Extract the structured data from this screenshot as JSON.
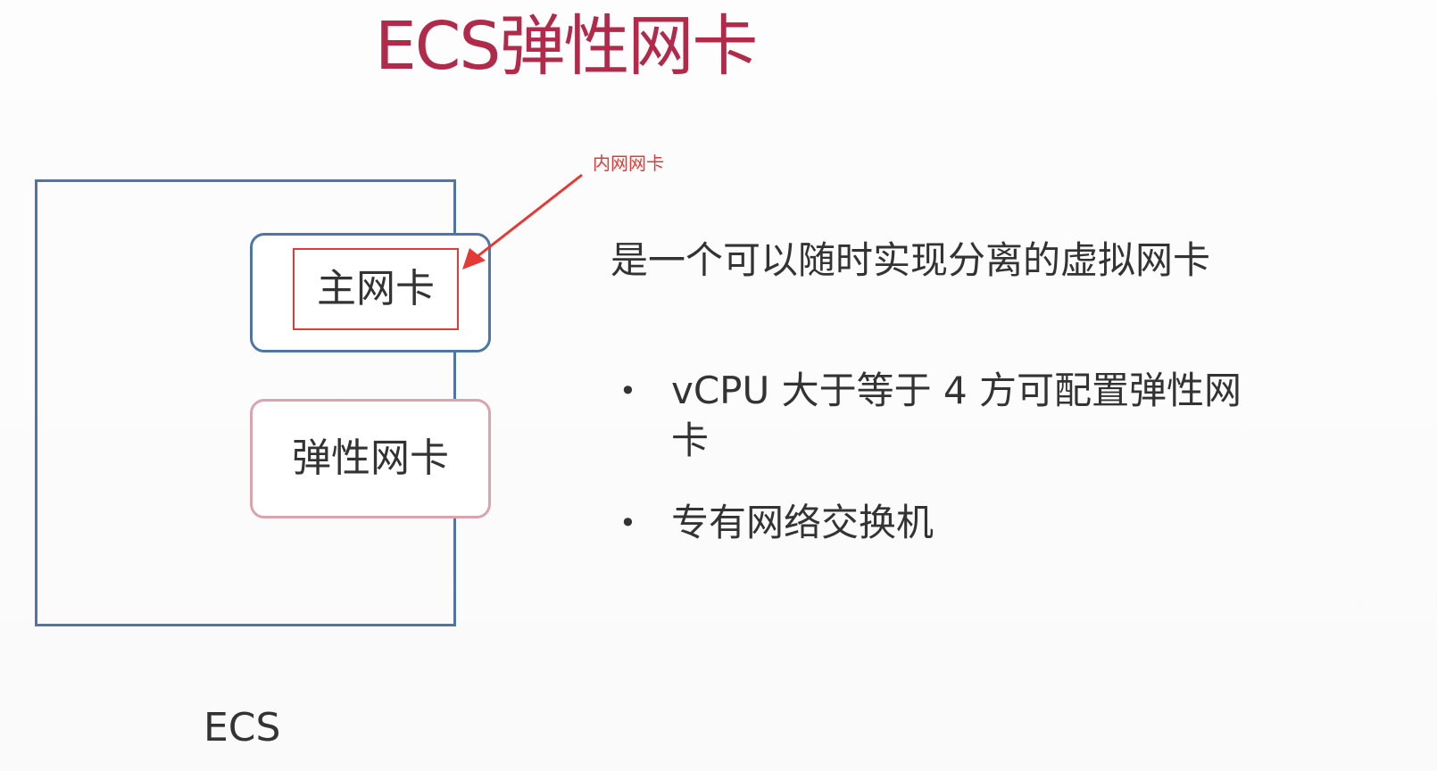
{
  "title": "ECS弹性网卡",
  "diagram": {
    "primary_nic_label": "主网卡",
    "elastic_nic_label": "弹性网卡",
    "ecs_label": "ECS",
    "annotation_label": "内网网卡"
  },
  "description": "是一个可以随时实现分离的虚拟网卡",
  "bullets": [
    {
      "bullet": "•",
      "text": "vCPU 大于等于 4 方可配置弹性网卡"
    },
    {
      "bullet": "•",
      "text": "专有网络交换机"
    }
  ],
  "colors": {
    "title": "#b22a4a",
    "ecs_border": "#4f74a6",
    "elastic_border": "#d9a4ad",
    "annotation": "#e53935"
  }
}
